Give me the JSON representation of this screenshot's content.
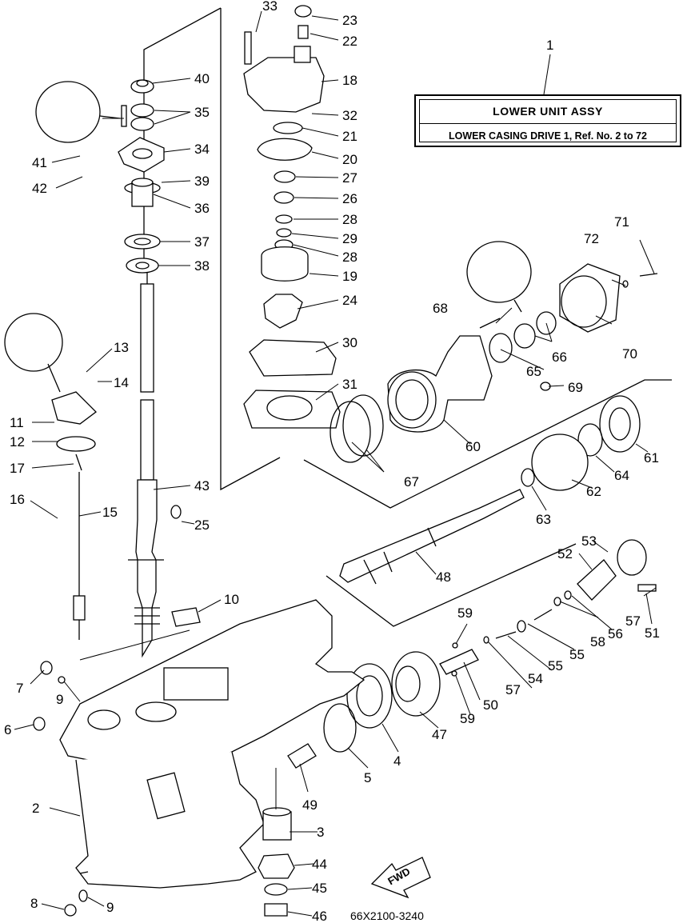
{
  "title_box": {
    "line1": "LOWER  UNIT ASSY",
    "line2": "LOWER CASING DRIVE 1, Ref. No. 2 to 72"
  },
  "title_callout": "1",
  "drawing_code": "66X2100-3240",
  "fwd_label": "FWD",
  "callouts": [
    "2",
    "3",
    "4",
    "5",
    "6",
    "7",
    "8",
    "9",
    "9",
    "10",
    "11",
    "12",
    "13",
    "14",
    "15",
    "16",
    "17",
    "18",
    "19",
    "20",
    "21",
    "22",
    "23",
    "24",
    "25",
    "26",
    "27",
    "28",
    "28",
    "29",
    "30",
    "31",
    "32",
    "33",
    "34",
    "35",
    "36",
    "37",
    "38",
    "39",
    "40",
    "41",
    "42",
    "43",
    "44",
    "45",
    "46",
    "47",
    "48",
    "49",
    "50",
    "51",
    "52",
    "53",
    "54",
    "55",
    "55",
    "56",
    "57",
    "57",
    "58",
    "59",
    "59",
    "60",
    "61",
    "62",
    "63",
    "64",
    "65",
    "66",
    "67",
    "68",
    "69",
    "70",
    "71",
    "72"
  ]
}
